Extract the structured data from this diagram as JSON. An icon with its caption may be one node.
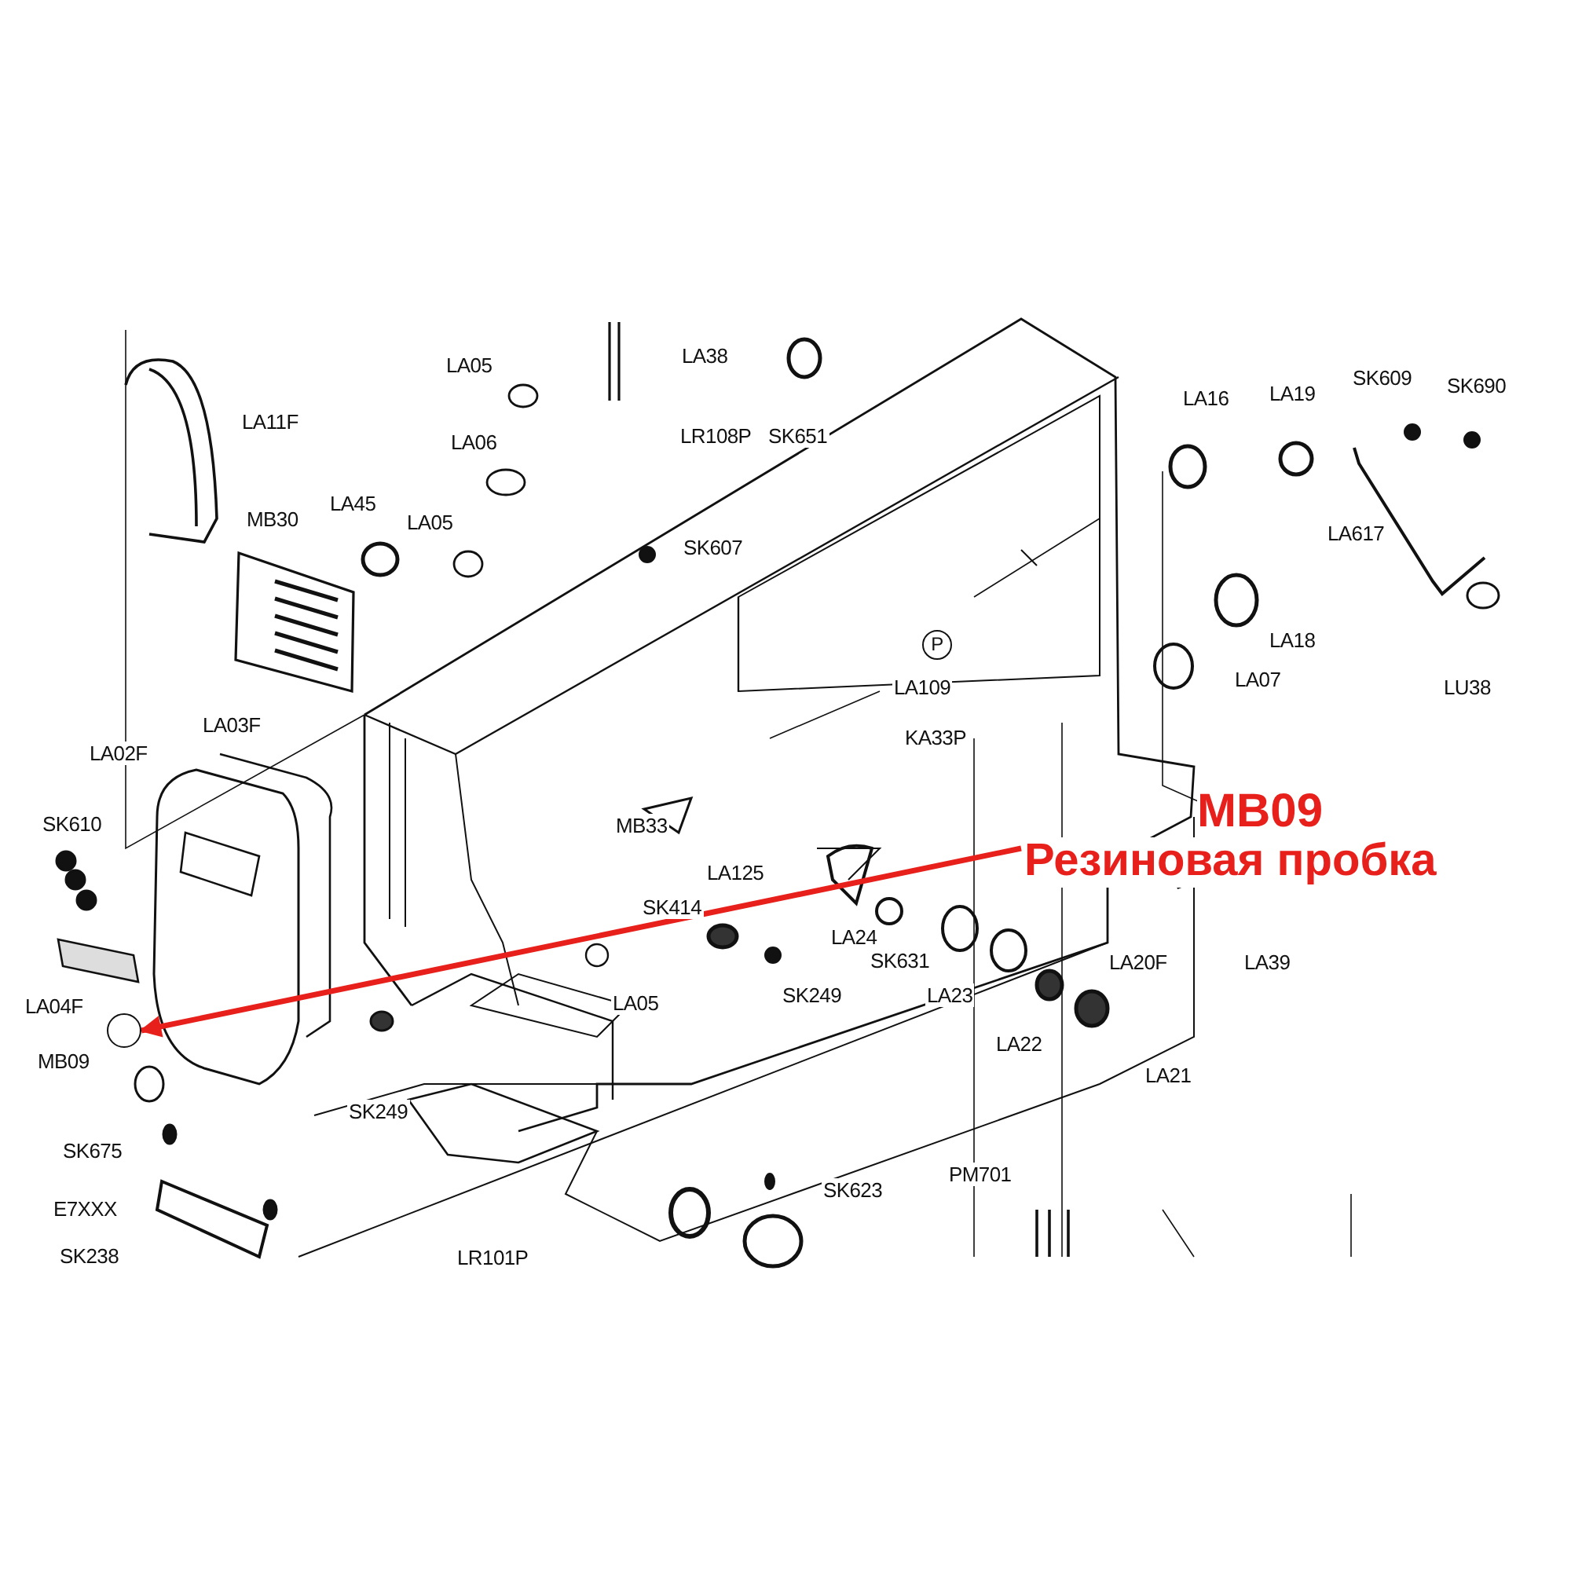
{
  "diagram": {
    "nodes": [
      {
        "text": [
          "MB09",
          "Резиновая пробка"
        ]
      },
      {
        "text": [],
        "shape": "circle"
      }
    ],
    "edges": [
      {
        "from": 0,
        "to": 1,
        "arrow": "to",
        "color": "#e8201c"
      }
    ],
    "labels": [
      "LA05",
      "LA38",
      "LA11F",
      "LA16",
      "LA19",
      "SK609",
      "SK690",
      "LA06",
      "LR108P",
      "SK651",
      "MB30",
      "LA45",
      "LA05",
      "LA617",
      "SK607",
      "LA18",
      "LA07",
      "LU38",
      "P",
      "LA109",
      "KA33P",
      "LA03F",
      "LA02F",
      "SK610",
      "MB33",
      "LA125",
      "SK414",
      "LA24",
      "SK631",
      "LA20F",
      "LA39",
      "SK249",
      "LA23",
      "LA04F",
      "LA05",
      "MB09",
      "LA22",
      "LA21",
      "SK249",
      "SK675",
      "SK623",
      "PM701",
      "E7XXX",
      "SK238",
      "LR101P"
    ]
  }
}
